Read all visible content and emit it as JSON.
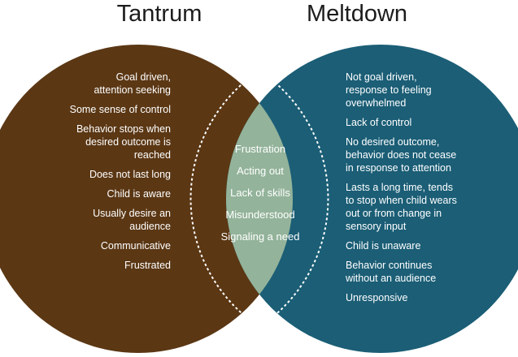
{
  "titles": {
    "left": "Tantrum",
    "right": "Meltdown"
  },
  "colors": {
    "left_circle": "#5b3714",
    "right_circle": "#1b5e76",
    "overlap": "#93b39a",
    "overlap_border": "#ffffff",
    "text": "#ffffff",
    "title": "#1c1c1c"
  },
  "tantrum_items": [
    "Goal driven,\nattention seeking",
    "Some sense of control",
    "Behavior stops when\ndesired outcome is\nreached",
    "Does not last long",
    "Child is aware",
    "Usually desire an\naudience",
    "Communicative",
    "Frustrated"
  ],
  "shared_items": [
    "Frustration",
    "Acting out",
    "Lack of skills",
    "Misunderstood",
    "Signaling a need"
  ],
  "meltdown_items": [
    "Not goal driven,\nresponse to feeling\noverwhelmed",
    "Lack of control",
    "No desired outcome,\nbehavior does not cease\nin response to attention",
    "Lasts a long time, tends\nto stop when child wears\nout or from change in\nsensory input",
    "Child is unaware",
    "Behavior continues\nwithout an audience",
    "Unresponsive"
  ]
}
